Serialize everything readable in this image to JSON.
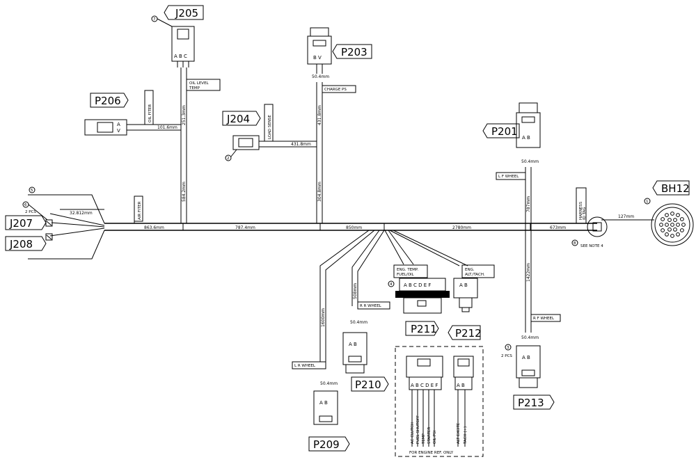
{
  "connectors": {
    "J205": "J205",
    "P203": "P203",
    "P206": "P206",
    "J204": "J204",
    "P201": "P201",
    "BH12": "BH12",
    "J207": "J207",
    "J208": "J208",
    "P211": "P211",
    "P212": "P212",
    "P210": "P210",
    "P209": "P209",
    "P213": "P213"
  },
  "callouts": {
    "c1": "1",
    "c2": "2",
    "c3": "3",
    "c4": "4",
    "c5": "5",
    "c6": "6",
    "c7": "7",
    "c8": "8"
  },
  "branch_labels": {
    "air_fiter": "AIR FITER",
    "oil_filter": "OIL FITER",
    "oil_level_temp": "OIL LEVEL\nTEMP",
    "load_sense": "LOAD SENSE",
    "charge_ps": "CHARGE PS",
    "lf_wheel": "L F WHEEL",
    "harness_id_tag": "HARNESS\nID TAG",
    "rr_wheel": "R R WHEEL",
    "lr_wheel": "L R WHEEL",
    "rf_wheel": "R F WHEEL",
    "eng_temp": "ENG. TEMP.\nFUEL/OIL",
    "eng_alt": "ENG.\nALT./TACH."
  },
  "dimensions": {
    "d_32_812": "32.812mm",
    "d_863_6": "863.6mm",
    "d_787_4": "787.4mm",
    "d_850": "850mm",
    "d_2780": "2780mm",
    "d_673": "673mm",
    "d_127": "127mm",
    "d_101_6": "101.6mm",
    "d_251_3": "251.3mm",
    "d_584_2": "584.2mm",
    "d_431_8a": "431.8mm",
    "d_431_8b": "431.8mm",
    "d_304_8": "304.8mm",
    "d_50_4_p203": "50.4mm",
    "d_50_4_p201": "50.4mm",
    "d_787": "787mm",
    "d_1422": "1422mm",
    "d_50_4_p213": "50.4mm",
    "d_508": "508mm",
    "d_50_4_p210": "50.4mm",
    "d_1600": "1600mm",
    "d_50_4_p209": "50.4mm"
  },
  "notes": {
    "two_pcs_a": "2 PCS",
    "two_pcs_b": "2 PCS",
    "see_note_4": "SEE NOTE 4",
    "engine_ref": "FOR ENGINE REF. ONLY"
  },
  "pins": {
    "abc": [
      "A",
      "B",
      "C"
    ],
    "abcdef": [
      "A",
      "B",
      "C",
      "D",
      "E",
      "F"
    ],
    "ab": [
      "A",
      "B"
    ],
    "bv": "B V",
    "av": "A V"
  },
  "engine_wires": {
    "left": [
      "AC CLUTCH",
      "FUEL SHUTOFF",
      "TEMP",
      "STARTER",
      "OIL PSI"
    ],
    "right": [
      "ALT EXCITE",
      "TACH (+)"
    ]
  }
}
